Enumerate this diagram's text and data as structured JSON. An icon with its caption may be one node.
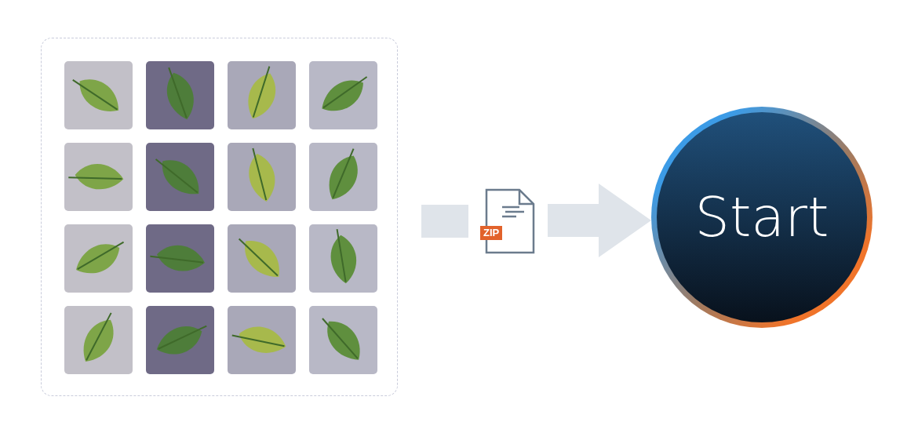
{
  "diagram": {
    "nodes": [
      {
        "text": [],
        "shape": "box"
      },
      {
        "text": [],
        "shape": "picture",
        "in": 0
      },
      {
        "text": [],
        "shape": "picture",
        "in": 0
      },
      {
        "text": [],
        "shape": "picture",
        "in": 0
      },
      {
        "text": [],
        "shape": "picture",
        "in": 0
      },
      {
        "text": [],
        "shape": "picture",
        "in": 0
      },
      {
        "text": [],
        "shape": "picture",
        "in": 0
      },
      {
        "text": [],
        "shape": "picture",
        "in": 0
      },
      {
        "text": [],
        "shape": "picture",
        "in": 0
      },
      {
        "text": [],
        "shape": "picture",
        "in": 0
      },
      {
        "text": [],
        "shape": "picture",
        "in": 0
      },
      {
        "text": [],
        "shape": "picture",
        "in": 0
      },
      {
        "text": [],
        "shape": "picture",
        "in": 0
      },
      {
        "text": [],
        "shape": "picture",
        "in": 0
      },
      {
        "text": [],
        "shape": "picture",
        "in": 0
      },
      {
        "text": [],
        "shape": "picture",
        "in": 0
      },
      {
        "text": [],
        "shape": "picture",
        "in": 0
      },
      {
        "text": [
          "ZIP"
        ]
      },
      {
        "text": [
          "Start"
        ]
      }
    ],
    "edges": [
      {
        "from": 0,
        "to": 17,
        "arrow": "none"
      },
      {
        "from": 17,
        "to": 18,
        "arrow": "to"
      }
    ]
  }
}
